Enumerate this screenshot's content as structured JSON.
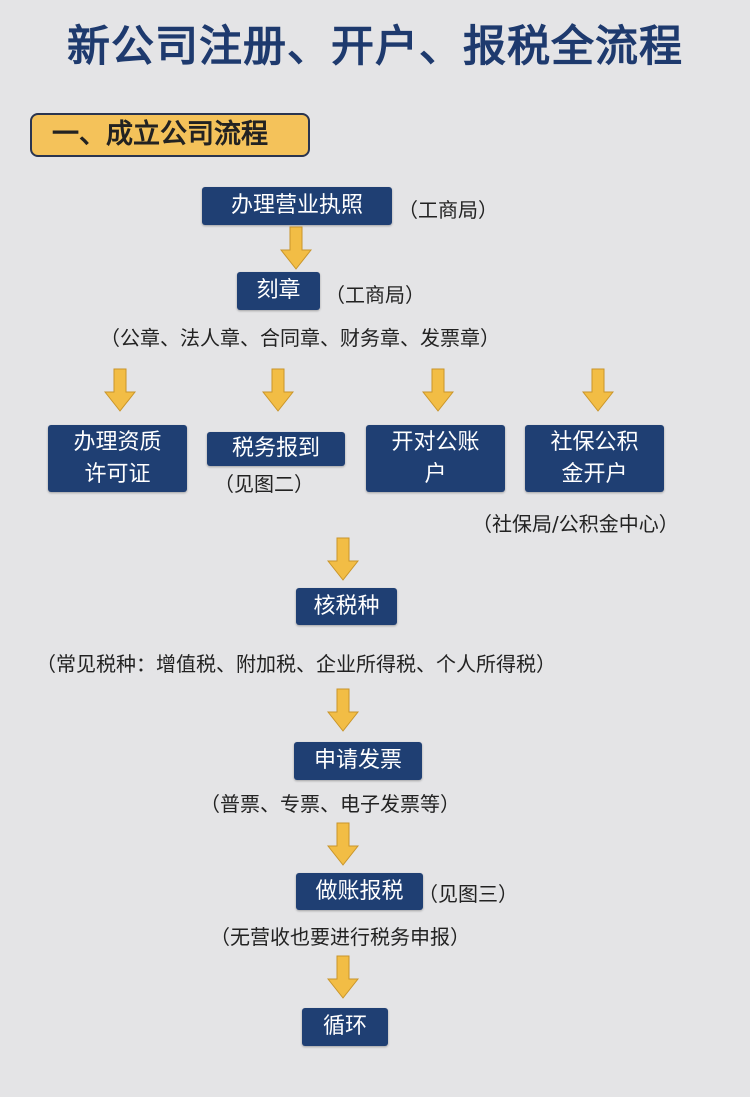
{
  "title": "新公司注册、开户、报税全流程",
  "section": "一、成立公司流程",
  "colors": {
    "navy": "#1f3f73",
    "yellow": "#f4c25a",
    "arrow": "#f2bd45",
    "background": "#e4e4e6"
  },
  "steps": {
    "license": {
      "label": "办理营业执照",
      "note": "（工商局）"
    },
    "seal": {
      "label": "刻章",
      "note": "（工商局）",
      "detail": "（公章、法人章、合同章、财务章、发票章）"
    },
    "qualification": {
      "label1": "办理资质",
      "label2": "许可证"
    },
    "tax_register": {
      "label": "税务报到",
      "note": "（见图二）"
    },
    "bank": {
      "label1": "开对公账",
      "label2": "户"
    },
    "social": {
      "label1": "社保公积",
      "label2": "金开户",
      "note": "（社保局/公积金中心）"
    },
    "tax_type": {
      "label": "核税种",
      "note": "（常见税种：增值税、附加税、企业所得税、个人所得税）"
    },
    "invoice": {
      "label": "申请发票",
      "note": "（普票、专票、电子发票等）"
    },
    "bookkeeping": {
      "label": "做账报税",
      "note": "（见图三）",
      "detail": "（无营收也要进行税务申报）"
    },
    "loop": {
      "label": "循环"
    }
  }
}
